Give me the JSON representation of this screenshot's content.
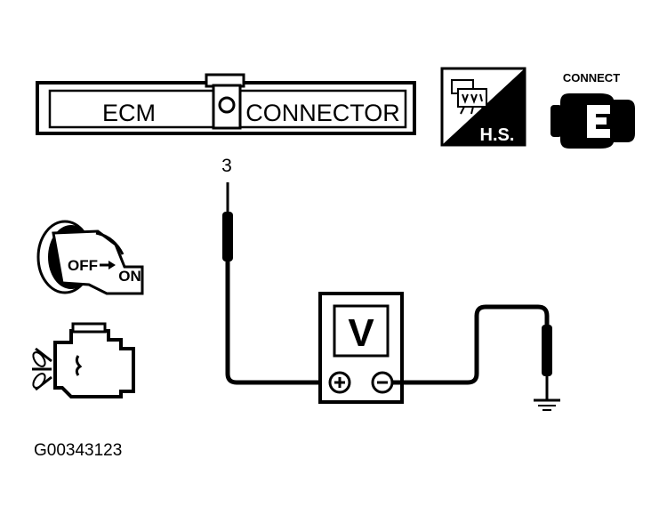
{
  "connector": {
    "left_label": "ECM",
    "right_label": "CONNECTOR",
    "pin_number": "3"
  },
  "icons": {
    "harness_side_label": "H.S.",
    "connect_label": "CONNECT",
    "ignition_label_off": "OFF",
    "ignition_label_on": "ON"
  },
  "meter": {
    "label": "V"
  },
  "figure_id": "G00343123",
  "colors": {
    "ink": "#000000",
    "paper": "#ffffff"
  }
}
